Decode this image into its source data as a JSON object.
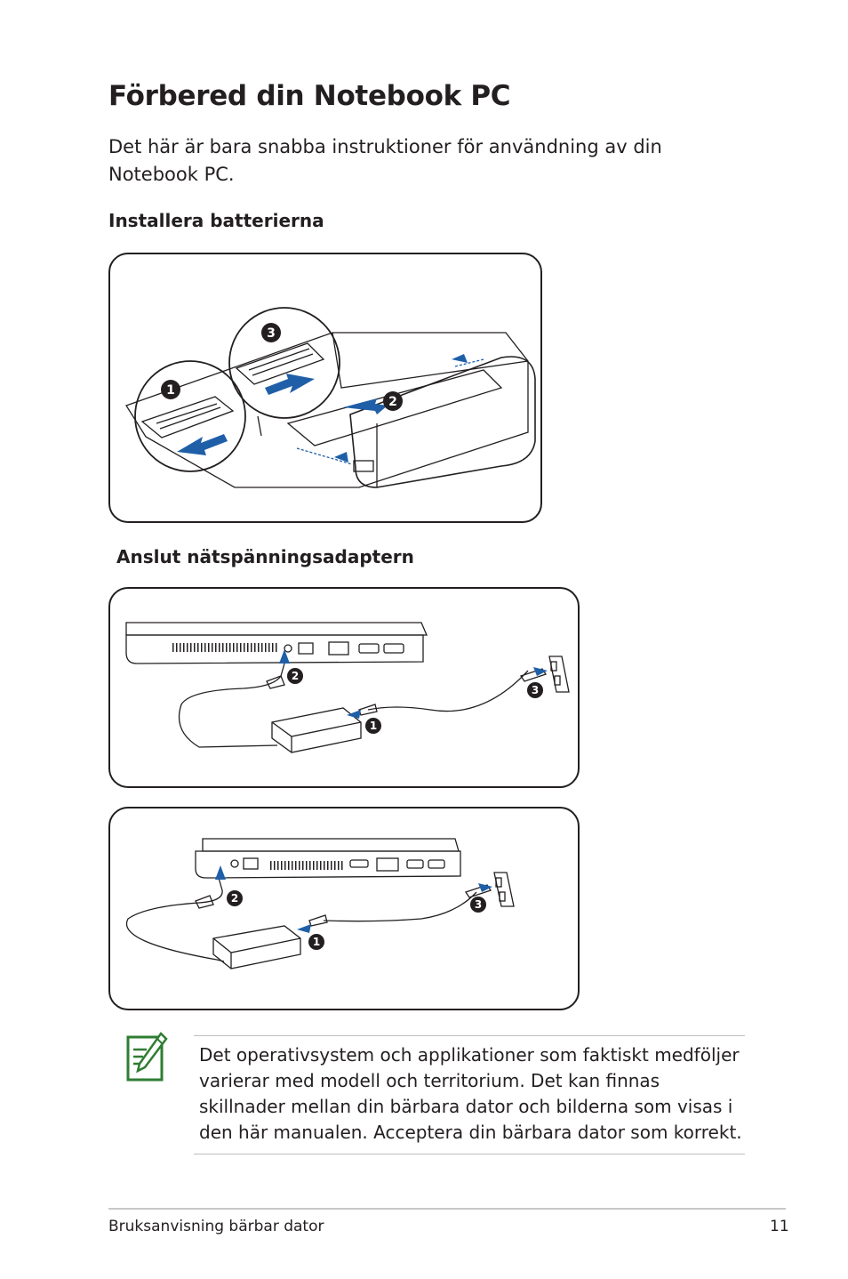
{
  "page": {
    "title": "Förbered din Notebook PC",
    "intro": "Det här är bara snabba instruktioner för användning av din Notebook PC.",
    "section_battery": "Installera batterierna",
    "section_adapter": "Anslut nätspänningsadaptern"
  },
  "figures": {
    "battery_steps": [
      "1",
      "2",
      "3"
    ],
    "adapter_steps": [
      "1",
      "2",
      "3"
    ]
  },
  "note": {
    "icon": "note-pencil-icon",
    "icon_color": "#2e7d32",
    "text": "Det operativsystem och applikationer som faktiskt medföljer varierar med modell och territorium. Det kan finnas skillnader mellan din bärbara dator och bilderna som visas i den här manualen. Acceptera din bärbara dator som korrekt."
  },
  "footer": {
    "manual_name": "Bruksanvisning bärbar dator",
    "page_number": "11"
  }
}
